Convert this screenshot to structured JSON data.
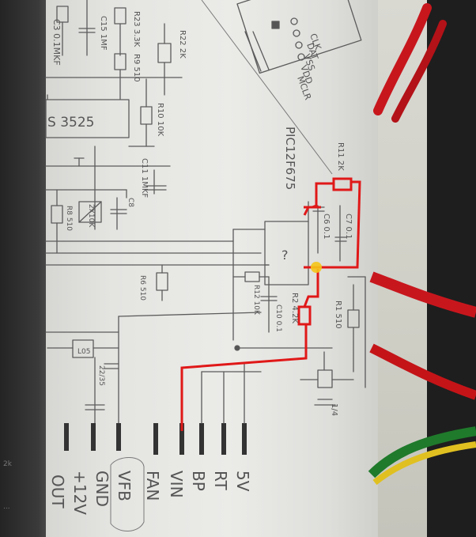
{
  "photo": {
    "subject": "",
    "left_margin_labels": [
      "",
      "2k",
      "..."
    ]
  },
  "schematic": {
    "ic_top_left": "S 3525",
    "ic_main": "PIC12F675",
    "ic_main_marker": "?",
    "header_pins": [
      "CLK",
      "DAT",
      "VSS",
      "VDD",
      "MCLR"
    ],
    "components": {
      "r22": "R22 2K",
      "r23": "R23 3.3K",
      "r9": "R9 510",
      "r10": "R10 10K",
      "c11": "C11 1MKF",
      "c8": "C8",
      "r8": "R8 510",
      "r6": "R6 510",
      "c15": "C15 1MF",
      "c6": "C6 0.1",
      "c7": "C7 0.1",
      "r11": "R11 2K",
      "r12": "R12 10K",
      "r2": "R2 4.2K",
      "r1": "R1 510",
      "c_left": "C3 0.1MKF",
      "c10": "C10 0.1",
      "l05": "L05",
      "cap_2235": "22/35",
      "trim": "2X10K",
      "diode": "1/4"
    },
    "connector_top_labels": [
      "5V",
      "RT",
      "BP",
      "VIN",
      "FAN"
    ],
    "connector_bottom_labels": [
      "VFB",
      "GND",
      "+12V",
      "OUT"
    ]
  },
  "colors": {
    "highlight_trace": "#e01818",
    "junction_marker": "#f5c518",
    "paper": "#e6e6e3",
    "pencil": "#5b5b5b"
  }
}
